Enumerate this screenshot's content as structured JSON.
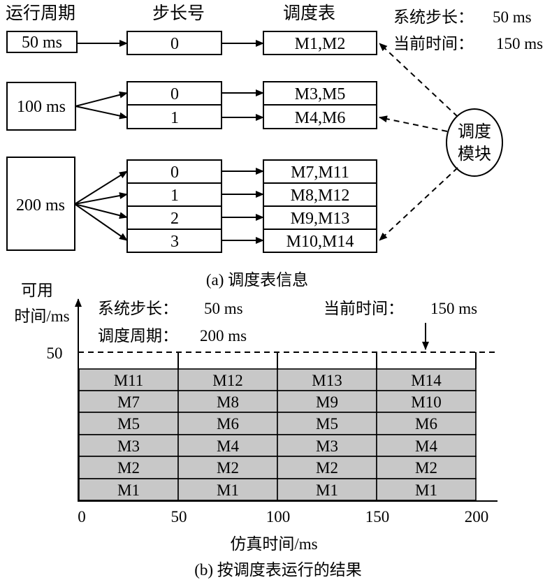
{
  "part_a": {
    "headers": {
      "period": "运行周期",
      "step": "步长号",
      "table": "调度表"
    },
    "info": {
      "system_step_label": "系统步长：",
      "system_step_value": "50 ms",
      "current_time_label": "当前时间：",
      "current_time_value": "150 ms"
    },
    "groups": [
      {
        "period": "50 ms",
        "rows": [
          {
            "step": "0",
            "modules": "M1,M2"
          }
        ]
      },
      {
        "period": "100 ms",
        "rows": [
          {
            "step": "0",
            "modules": "M3,M5"
          },
          {
            "step": "1",
            "modules": "M4,M6"
          }
        ]
      },
      {
        "period": "200 ms",
        "rows": [
          {
            "step": "0",
            "modules": "M7,M11"
          },
          {
            "step": "1",
            "modules": "M8,M12"
          },
          {
            "step": "2",
            "modules": "M9,M13"
          },
          {
            "step": "3",
            "modules": "M10,M14"
          }
        ]
      }
    ],
    "scheduler": {
      "line1": "调度",
      "line2": "模块"
    },
    "caption": "(a) 调度表信息"
  },
  "part_b": {
    "y_label_line1": "可用",
    "y_label_line2": "时间/ms",
    "y_tick": "50",
    "info": {
      "system_step_label": "系统步长：",
      "system_step_value": "50 ms",
      "schedule_period_label": "调度周期：",
      "schedule_period_value": "200 ms",
      "current_time_label": "当前时间：",
      "current_time_value": "150 ms"
    },
    "columns": [
      [
        "M11",
        "M7",
        "M5",
        "M3",
        "M2",
        "M1"
      ],
      [
        "M12",
        "M8",
        "M6",
        "M4",
        "M2",
        "M1"
      ],
      [
        "M13",
        "M9",
        "M5",
        "M3",
        "M2",
        "M1"
      ],
      [
        "M14",
        "M10",
        "M6",
        "M4",
        "M2",
        "M1"
      ]
    ],
    "x_ticks": [
      "0",
      "50",
      "100",
      "150",
      "200"
    ],
    "x_label": "仿真时间/ms",
    "caption": "(b) 按调度表运行的结果"
  }
}
